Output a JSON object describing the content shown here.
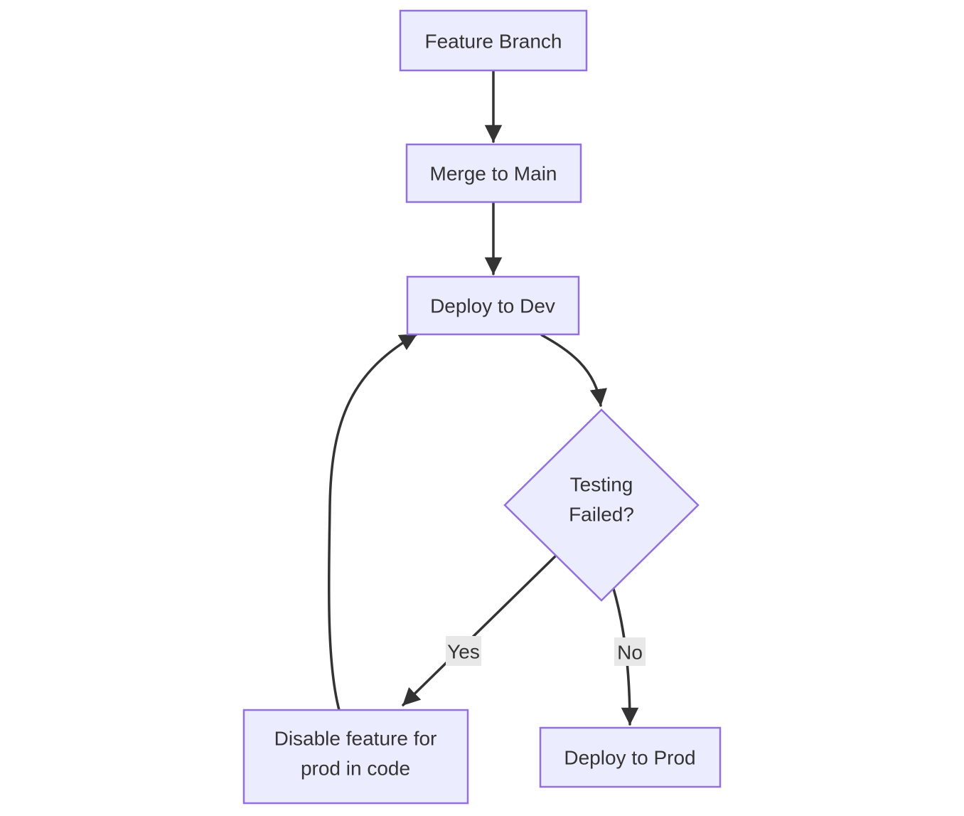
{
  "diagram": {
    "type": "flowchart",
    "direction": "top-down",
    "colors": {
      "background": "#ffffff",
      "node_fill": "#ECECFF",
      "node_border": "#9370DB",
      "edge": "#333333",
      "text": "#333333",
      "edge_label_bg": "#e8e8e8"
    },
    "nodes": {
      "feature_branch": {
        "label": "Feature Branch",
        "shape": "rect"
      },
      "merge_to_main": {
        "label": "Merge to Main",
        "shape": "rect"
      },
      "deploy_to_dev": {
        "label": "Deploy to Dev",
        "shape": "rect"
      },
      "testing_failed": {
        "label": "Testing Failed?",
        "line1": "Testing",
        "line2": "Failed?",
        "shape": "diamond"
      },
      "disable_feature": {
        "label": "Disable feature for prod in code",
        "line1": "Disable feature for",
        "line2": "prod in code",
        "shape": "rect"
      },
      "deploy_to_prod": {
        "label": "Deploy to Prod",
        "shape": "rect"
      }
    },
    "edges": {
      "feature_to_merge": {
        "from": "feature_branch",
        "to": "merge_to_main",
        "label": ""
      },
      "merge_to_dev": {
        "from": "merge_to_main",
        "to": "deploy_to_dev",
        "label": ""
      },
      "dev_to_testing": {
        "from": "deploy_to_dev",
        "to": "testing_failed",
        "label": ""
      },
      "testing_to_disable": {
        "from": "testing_failed",
        "to": "disable_feature",
        "label": "Yes"
      },
      "testing_to_prod": {
        "from": "testing_failed",
        "to": "deploy_to_prod",
        "label": "No"
      },
      "disable_to_dev": {
        "from": "disable_feature",
        "to": "deploy_to_dev",
        "label": ""
      }
    }
  }
}
